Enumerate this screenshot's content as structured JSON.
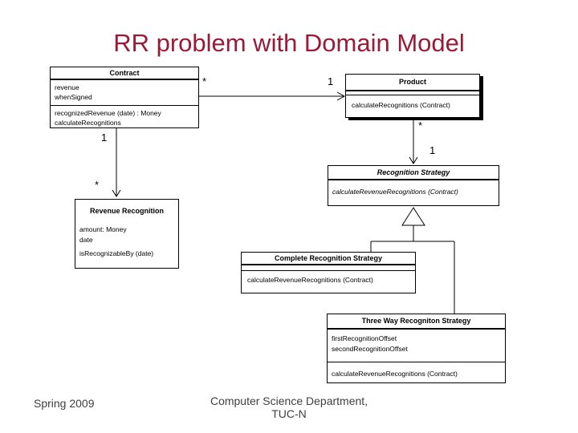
{
  "slide": {
    "title": "RR problem with Domain Model",
    "title_color": "#9a1b38",
    "footer": {
      "left": "Spring 2009",
      "center_line1": "Computer Science Department,",
      "center_line2": "TUC-N"
    }
  },
  "diagram": {
    "type": "uml-class-diagram",
    "classes": [
      {
        "name": "Contract",
        "abstract": false,
        "attributes": [
          "revenue",
          "whenSigned"
        ],
        "methods": [
          "recognizedRevenue (date) : Money",
          "calculateRecognitions"
        ]
      },
      {
        "name": "Product",
        "abstract": false,
        "attributes": [],
        "methods": [
          "calculateRecognitions (Contract)"
        ]
      },
      {
        "name": "Recognition Strategy",
        "abstract": true,
        "attributes": [],
        "methods": [
          "calculateRevenueRecognitions (Contract)"
        ]
      },
      {
        "name": "Revenue Recognition",
        "abstract": false,
        "attributes": [
          "amount: Money",
          "date"
        ],
        "methods": [
          "isRecognizableBy (date)"
        ]
      },
      {
        "name": "Complete Recognition Strategy",
        "abstract": false,
        "attributes": [],
        "methods": [
          "calculateRevenueRecognitions (Contract)"
        ]
      },
      {
        "name": "Three Way Recogniton Strategy",
        "abstract": false,
        "attributes": [
          "firstRecognitionOffset",
          "secondRecognitionOffset"
        ],
        "methods": [
          "calculateRevenueRecognitions (Contract)"
        ]
      }
    ],
    "relations": [
      {
        "type": "association",
        "from": "Contract",
        "to": "Product",
        "from_mult": "*",
        "to_mult": "1"
      },
      {
        "type": "association",
        "from": "Contract",
        "to": "Revenue Recognition",
        "from_mult": "1",
        "to_mult": "*"
      },
      {
        "type": "association",
        "from": "Product",
        "to": "Recognition Strategy",
        "from_mult": "*",
        "to_mult": "1"
      },
      {
        "type": "generalization",
        "from": "Complete Recognition Strategy",
        "to": "Recognition Strategy"
      },
      {
        "type": "generalization",
        "from": "Three Way Recogniton Strategy",
        "to": "Recognition Strategy"
      }
    ]
  }
}
